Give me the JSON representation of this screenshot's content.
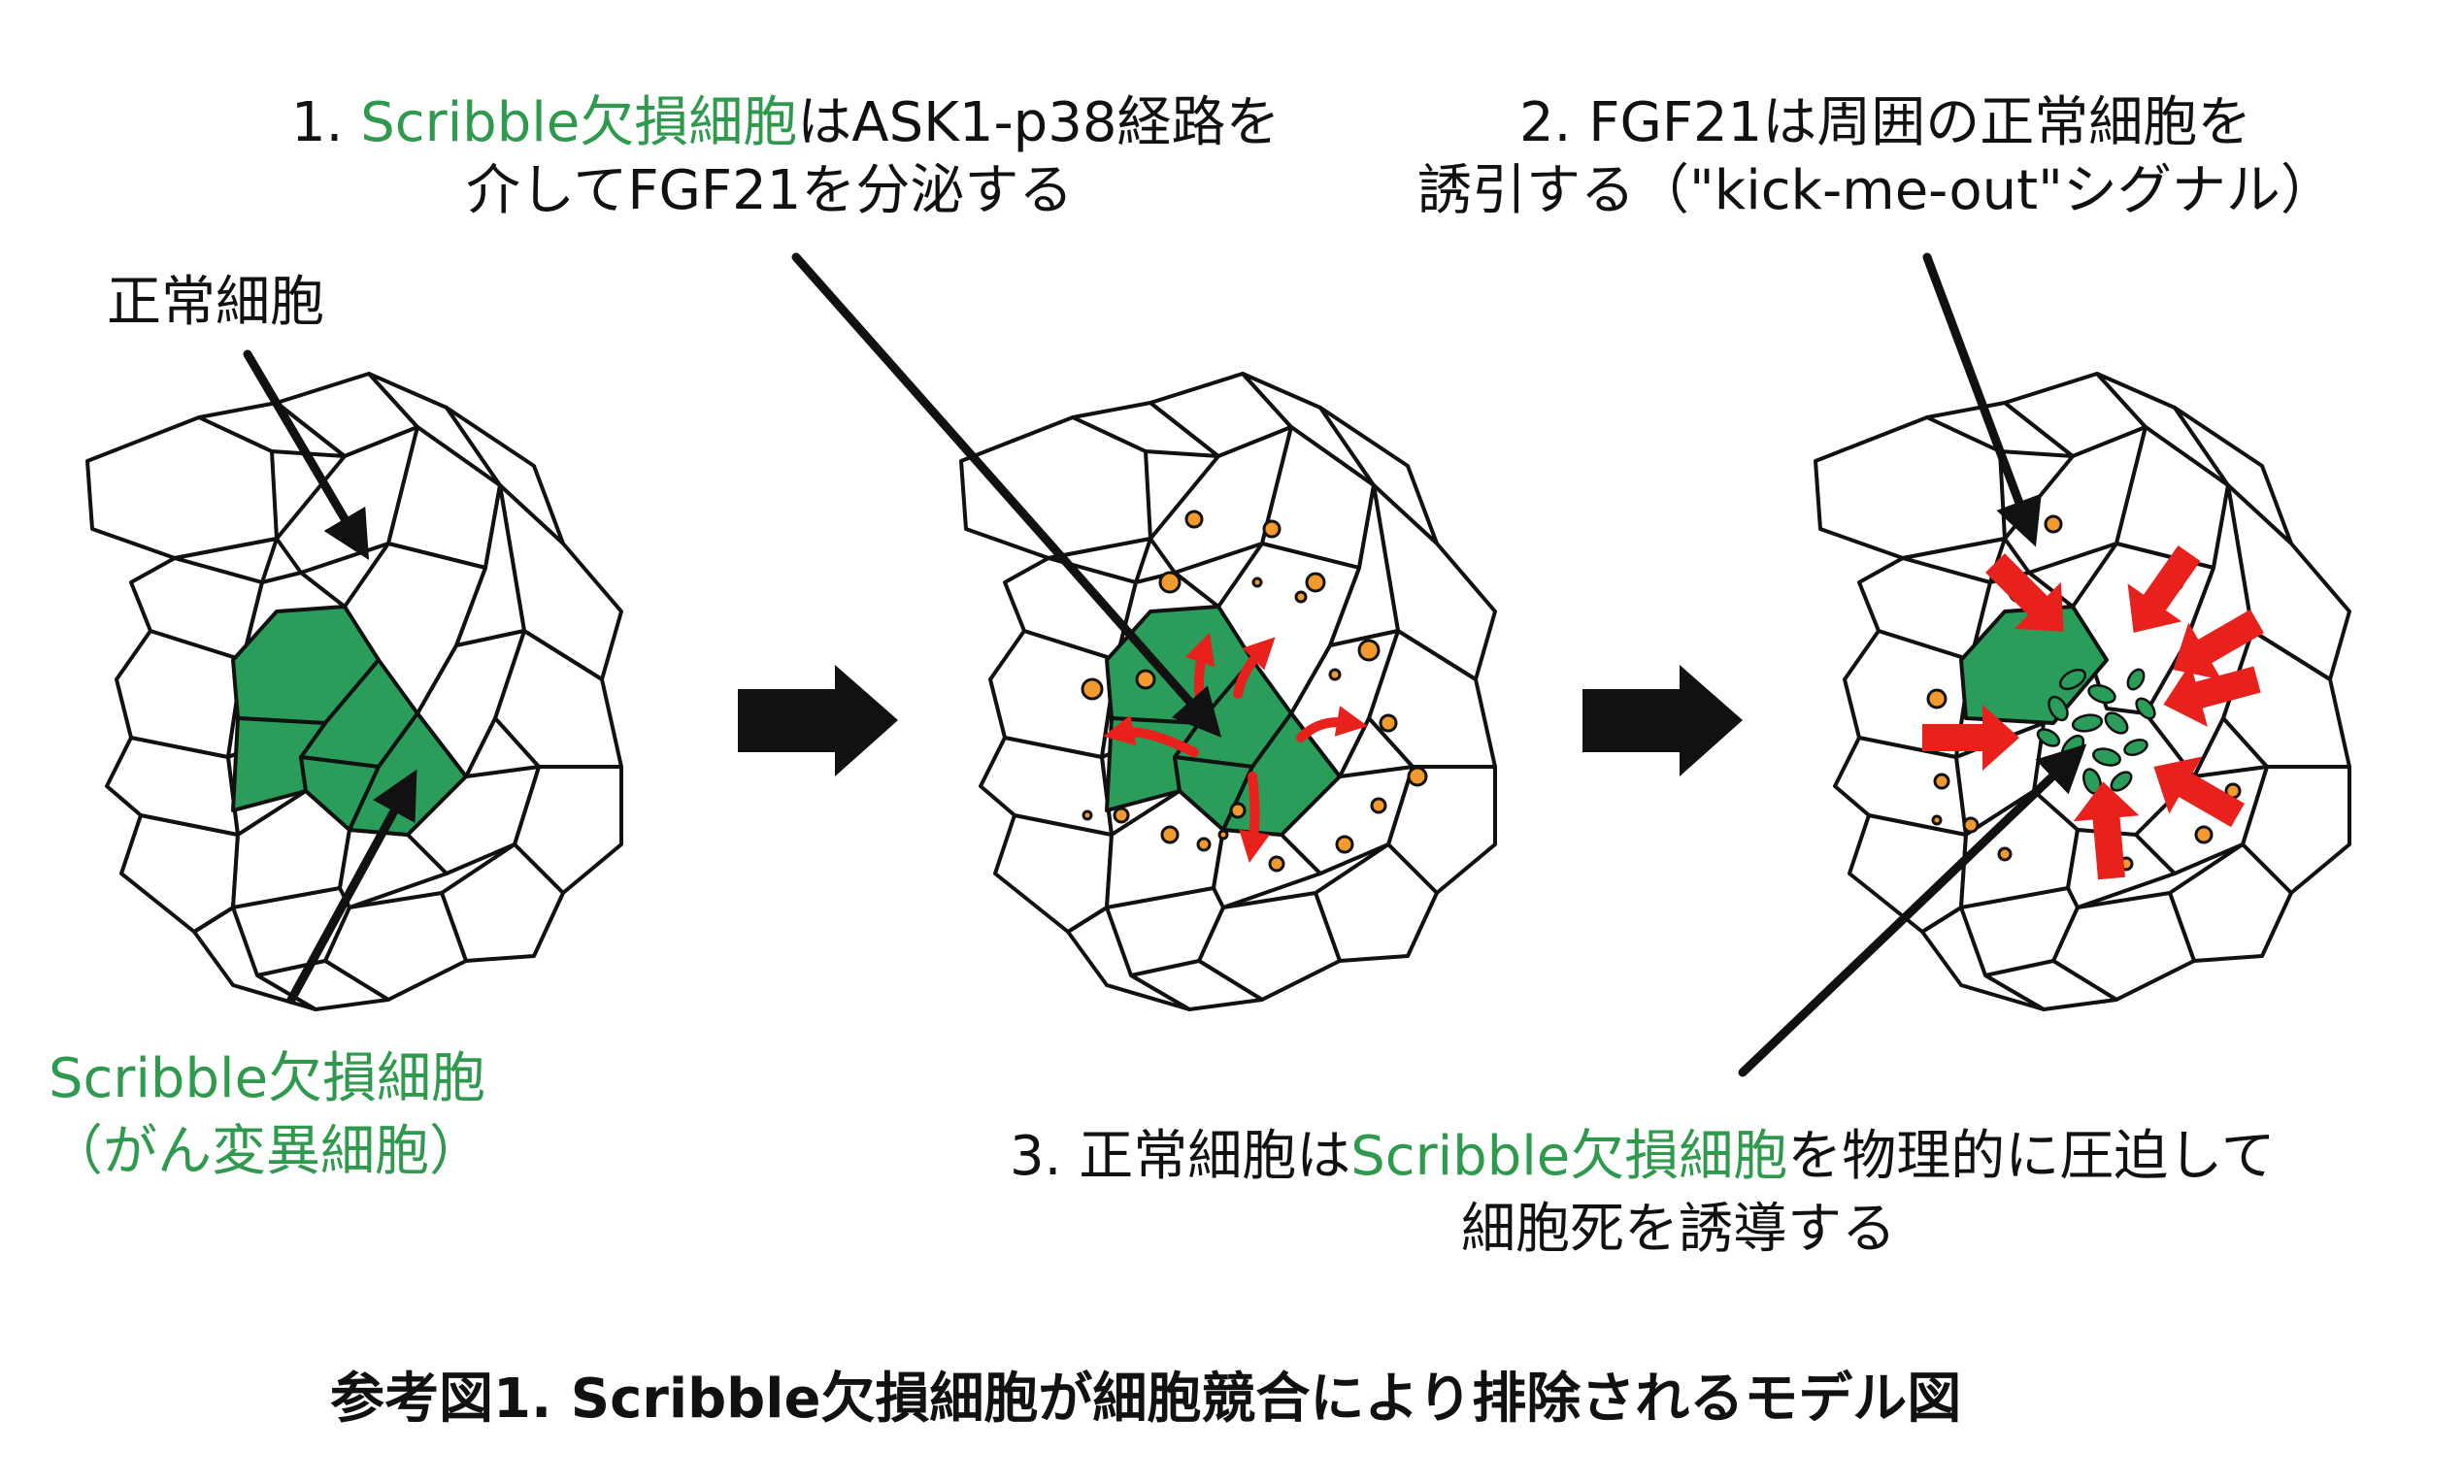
{
  "labels": {
    "step1": {
      "num": "1. ",
      "green": "Scribble欠損細胞",
      "rest": "はASK1-p38経路を",
      "line2": "介してFGF21を分泌する"
    },
    "step2": {
      "line1": "2. FGF21は周囲の正常細胞を",
      "line2": "誘引する（\"kick-me-out\"シグナル）"
    },
    "step3": {
      "num": "3. 正常細胞は",
      "green": "Scribble欠損細胞",
      "rest": "を物理的に圧迫して",
      "line2": "細胞死を誘導する"
    },
    "normal_cell": "正常細胞",
    "mutant_cell": {
      "line1": "Scribble欠損細胞",
      "line2": "（がん変異細胞）"
    }
  },
  "caption": "参考図1. Scribble欠損細胞が細胞競合により排除されるモデル図",
  "colors": {
    "mutant_green": "#2a9d5a",
    "text_green": "#2f9a4e",
    "fgf21_orange": "#f29a2e",
    "arrow_red": "#e8211d",
    "ink": "#111111"
  }
}
